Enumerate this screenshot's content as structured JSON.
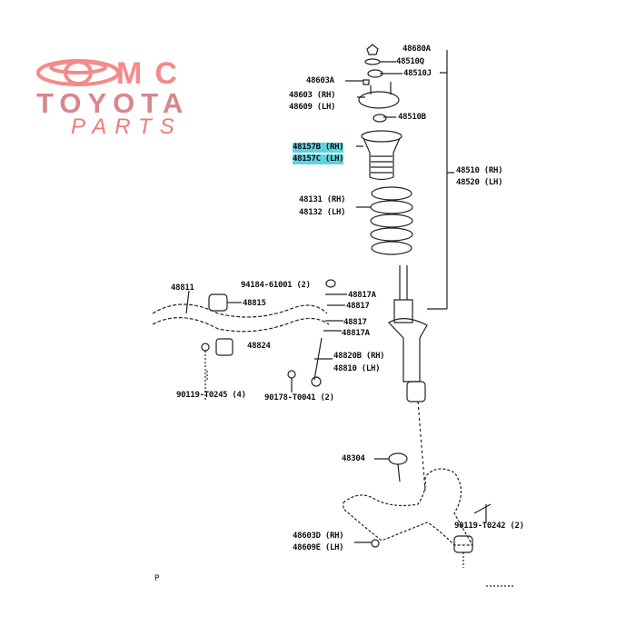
{
  "logo": {
    "line1": "MC",
    "line2": "TOYOTA",
    "line3": "PARTS",
    "color": "#f48a8a"
  },
  "labels": {
    "p48680A": "48680A",
    "p48510Q": "48510Q",
    "p48510J": "48510J",
    "p48603A": "48603A",
    "p48603": "48603 (RH)",
    "p48609": "48609 (LH)",
    "p48510B": "48510B",
    "p48157B": "48157B (RH)",
    "p48157C": "48157C (LH)",
    "p48510": "48510 (RH)",
    "p48520": "48520 (LH)",
    "p48131": "48131 (RH)",
    "p48132": "48132 (LH)",
    "p48811": "48811",
    "p94184": "94184-61001 (2)",
    "p48815": "48815",
    "p48817A_1": "48817A",
    "p48817_1": "48817",
    "p48817_2": "48817",
    "p48817A_2": "48817A",
    "p48824": "48824",
    "p48820B": "48820B (RH)",
    "p48810": "48810 (LH)",
    "p90119_T0245": "90119-T0245 (4)",
    "p90178_T0041": "90178-T0041 (2)",
    "p48304": "48304",
    "p90119_T0242": "90119-T0242 (2)",
    "p48603D": "48603D (RH)",
    "p48609E": "48609E (LH)",
    "page_mark": "P"
  },
  "highlight_color": "#5fd3dd"
}
